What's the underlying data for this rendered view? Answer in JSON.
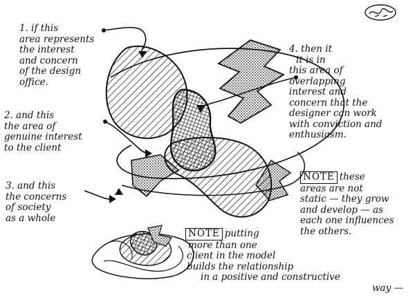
{
  "colors": {
    "ink": "#111111",
    "paper": "#ffffff"
  },
  "annotations": {
    "designer": {
      "lines": [
        "1. if this",
        "area represents",
        "the interest",
        "and concern",
        "of the design",
        "office."
      ]
    },
    "client": {
      "lines": [
        "2. and this",
        "the area of",
        "genuine interest",
        "to the client"
      ]
    },
    "society": {
      "lines": [
        "3. and this",
        "the concerns",
        "of society",
        "as a whole"
      ]
    },
    "overlap": {
      "lines": [
        "4. then it",
        "it is in",
        "this area of",
        "overlapping",
        "interest and",
        "concern that the",
        "designer can work",
        "with conviction and",
        "enthusiasm."
      ]
    },
    "note_static": {
      "label": "NOTE",
      "first": "these",
      "lines": [
        "areas are not",
        "static — they grow",
        "and develop — as",
        "each one influences",
        "the others."
      ]
    },
    "note_client": {
      "label": "NOTE",
      "first": "putting",
      "lines": [
        "more than one",
        "client in the model",
        "builds the relationship",
        "in a positive and constructive",
        "way —"
      ]
    }
  }
}
